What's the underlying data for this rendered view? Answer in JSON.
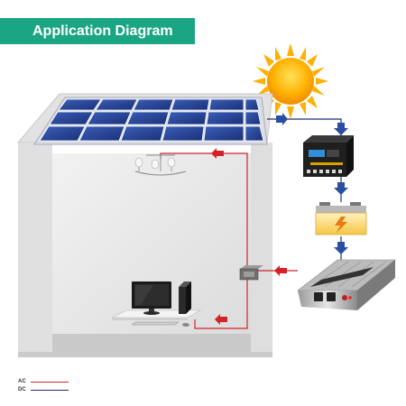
{
  "header": {
    "title": "Application Diagram"
  },
  "legend": {
    "items": [
      {
        "label": "AC",
        "color": "#d2232a"
      },
      {
        "label": "DC",
        "color": "#1e2f78"
      }
    ]
  },
  "components": {
    "sun": "sun-icon",
    "solar_panel": "solar-panel",
    "charge_controller": "charge-controller",
    "battery": "battery",
    "inverter": "inverter",
    "lamp": "ceiling-lamp",
    "computer": "computer",
    "junction_box": "junction-box"
  },
  "colors": {
    "banner": "#1aa683",
    "ac_wire": "#d2232a",
    "dc_wire": "#1e2f78",
    "dc_arrow": "#2a4fa0",
    "house_wall": "#e6e6e6"
  }
}
